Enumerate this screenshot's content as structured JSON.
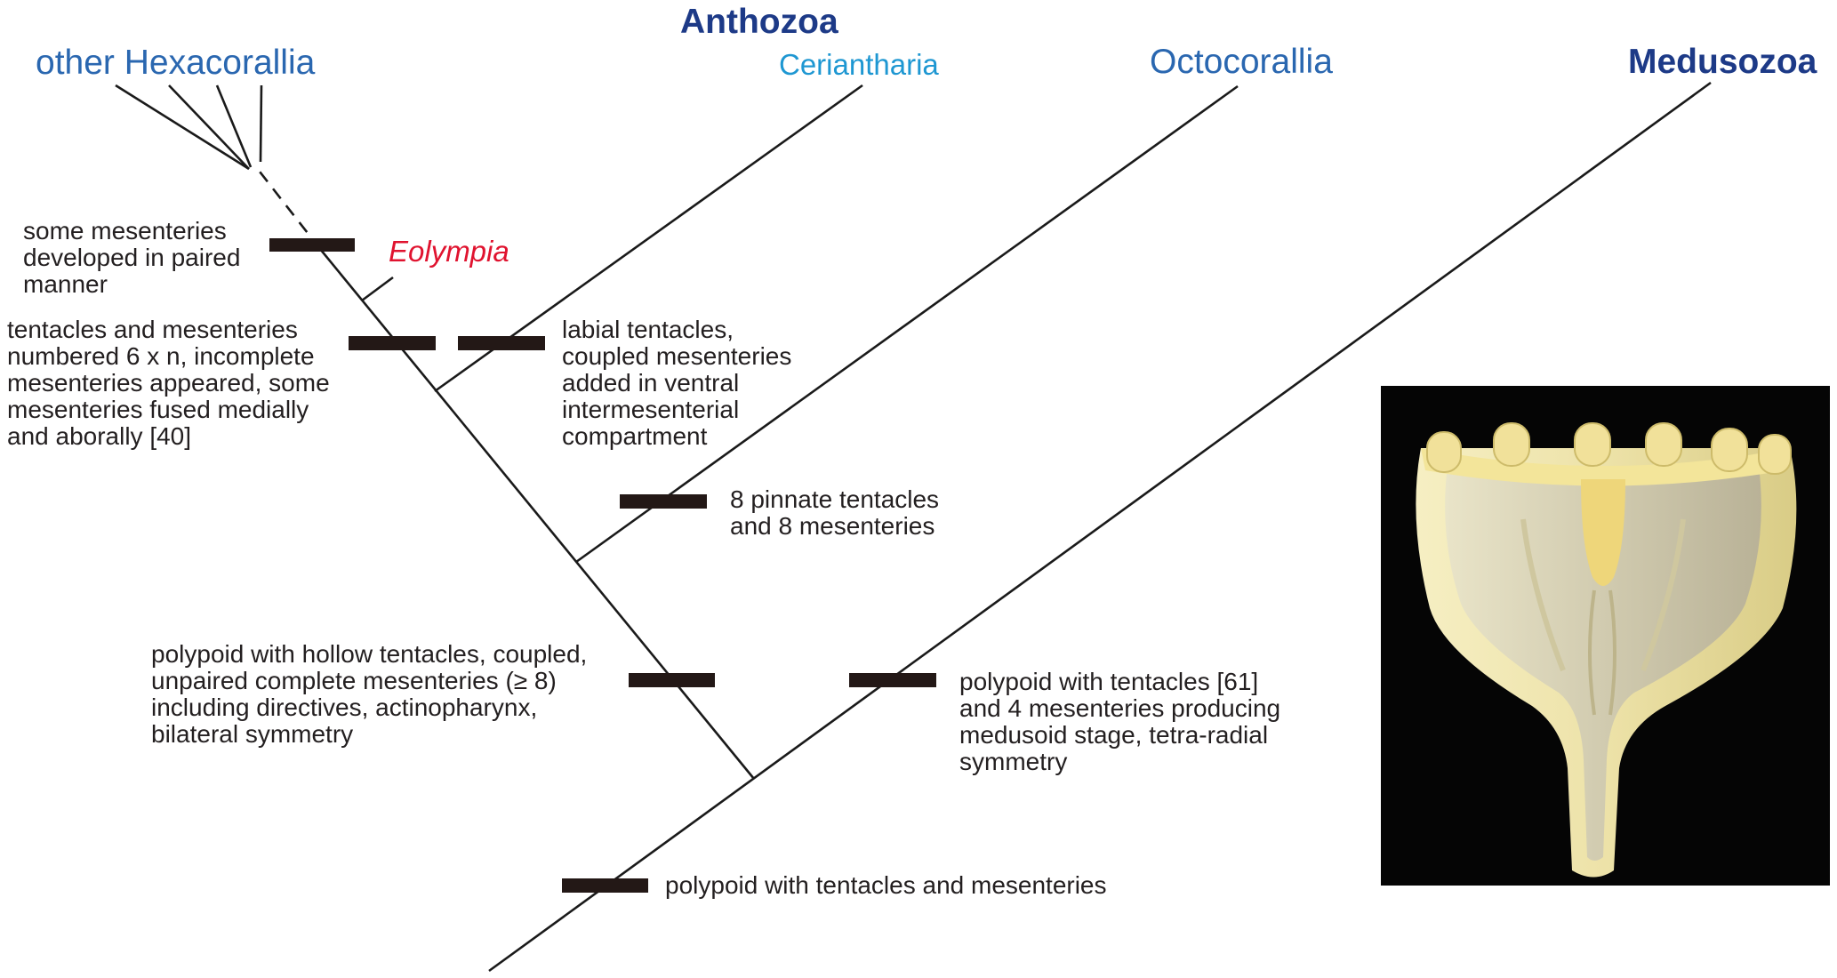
{
  "clades": {
    "anthozoa": "Anthozoa",
    "other_hexacorallia": "other Hexacorallia",
    "ceriantharia": "Ceriantharia",
    "octocorallia": "Octocorallia",
    "medusozoa": "Medusozoa"
  },
  "fossil": "Eolympia",
  "characters": {
    "paired": [
      "some mesenteries",
      "developed in paired",
      "manner"
    ],
    "hexa": [
      "tentacles and mesenteries",
      "numbered 6 x n, incomplete",
      "mesenteries appeared, some",
      "mesenteries fused medially",
      "and aborally [40]"
    ],
    "cerianth": [
      "labial tentacles,",
      "coupled mesenteries",
      "added in ventral",
      "intermesenterial",
      "compartment"
    ],
    "octo": [
      "8 pinnate tentacles",
      "and 8 mesenteries"
    ],
    "anthozoa": [
      "polypoid with hollow tentacles, coupled,",
      "unpaired  complete mesenteries (≥ 8)",
      "including directives, actinopharynx,",
      "bilateral symmetry"
    ],
    "medusozoa": [
      "polypoid with tentacles [61]",
      "and 4 mesenteries producing",
      "medusoid stage, tetra-radial",
      "symmetry"
    ],
    "root": [
      "polypoid with tentacles and mesenteries"
    ]
  },
  "colors": {
    "line": "#1a1a1a",
    "bar": "#231816",
    "major_clade": "#1d3a87",
    "minor_clade": "#2a67b0",
    "ceriantharia": "#1e97d2",
    "fossil": "#e0132f",
    "panel_bg": "#050505",
    "polyp_body": "#f1e7b3"
  }
}
